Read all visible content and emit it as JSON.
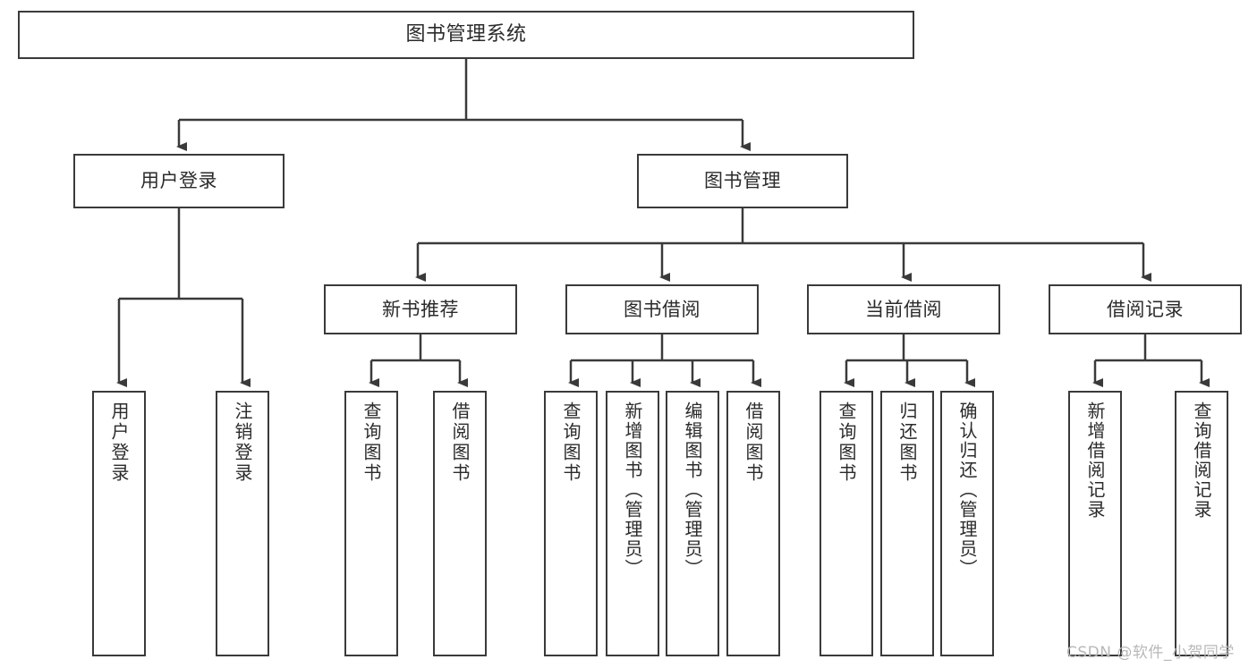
{
  "diagram": {
    "title": "图书管理系统",
    "type": "hierarchy-tree",
    "stroke_color": "#3a3a3a",
    "text_color": "#2b2b2b",
    "background_color": "#ffffff"
  },
  "nodes": {
    "root": {
      "label": "图书管理系统"
    },
    "level1": [
      {
        "id": "user-login",
        "label": "用户登录"
      },
      {
        "id": "book-management",
        "label": "图书管理"
      }
    ],
    "level2": [
      {
        "id": "new-book-recommend",
        "label": "新书推荐"
      },
      {
        "id": "book-borrow",
        "label": "图书借阅"
      },
      {
        "id": "current-borrow",
        "label": "当前借阅"
      },
      {
        "id": "borrow-record",
        "label": "借阅记录"
      }
    ],
    "leaves": [
      {
        "id": "leaf-user-login",
        "label": "用户登录",
        "parent": "user-login"
      },
      {
        "id": "leaf-logout-login",
        "label": "注销登录",
        "parent": "user-login"
      },
      {
        "id": "leaf-query-book-1",
        "label": "查询图书",
        "parent": "new-book-recommend"
      },
      {
        "id": "leaf-borrow-book-1",
        "label": "借阅图书",
        "parent": "new-book-recommend"
      },
      {
        "id": "leaf-query-book-2",
        "label": "查询图书",
        "parent": "book-borrow"
      },
      {
        "id": "leaf-add-book",
        "label": "新增图书（管理员）",
        "parent": "book-borrow"
      },
      {
        "id": "leaf-edit-book",
        "label": "编辑图书（管理员）",
        "parent": "book-borrow"
      },
      {
        "id": "leaf-borrow-book-2",
        "label": "借阅图书",
        "parent": "book-borrow"
      },
      {
        "id": "leaf-query-book-3",
        "label": "查询图书",
        "parent": "current-borrow"
      },
      {
        "id": "leaf-return-book",
        "label": "归还图书",
        "parent": "current-borrow"
      },
      {
        "id": "leaf-confirm-return",
        "label": "确认归还（管理员）",
        "parent": "current-borrow"
      },
      {
        "id": "leaf-add-record",
        "label": "新增借阅记录",
        "parent": "borrow-record"
      },
      {
        "id": "leaf-query-record",
        "label": "查询借阅记录",
        "parent": "borrow-record"
      }
    ]
  },
  "watermark": {
    "text": "CSDN @软件_小贺同学"
  }
}
